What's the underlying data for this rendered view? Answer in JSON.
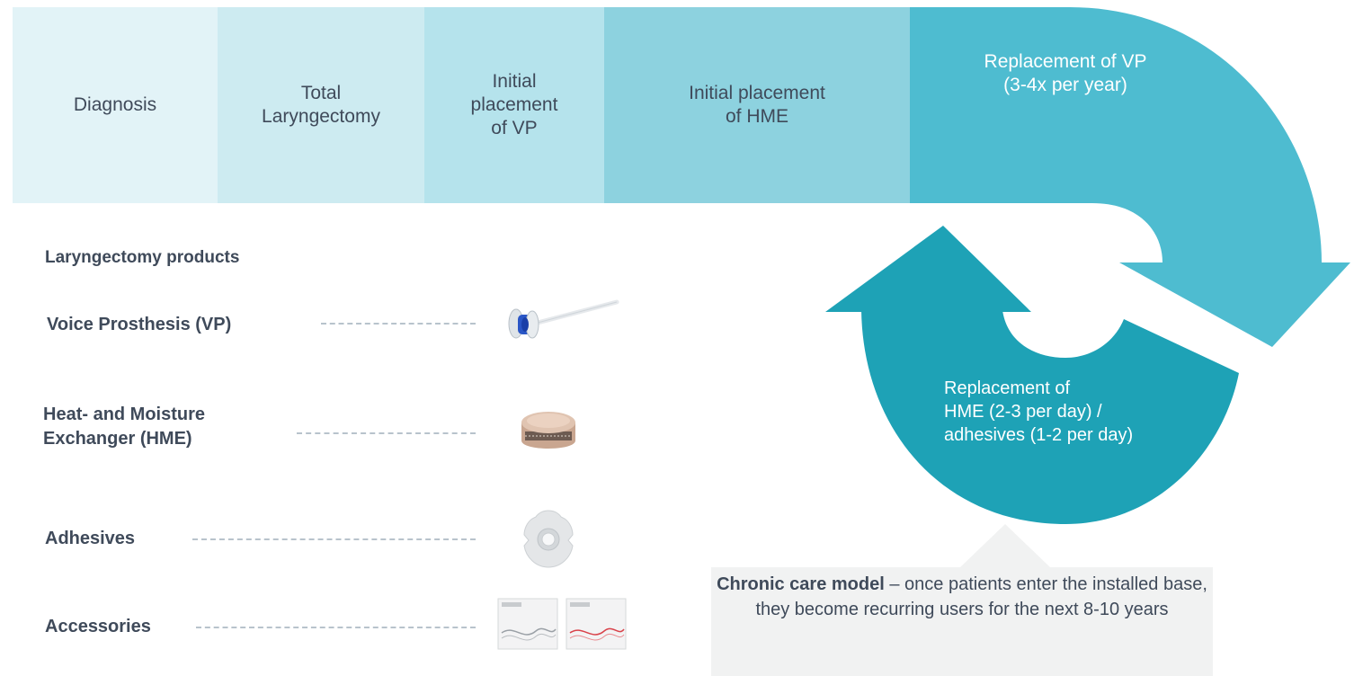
{
  "timeline": {
    "steps": [
      {
        "label": "Diagnosis"
      },
      {
        "label": "Total\nLaryngectomy"
      },
      {
        "label": "Initial\nplacement\nof VP"
      },
      {
        "label": "Initial placement\nof HME"
      },
      {
        "label": "Replacement of VP\n(3-4x per year)"
      }
    ],
    "cycle_label": "Replacement of\nHME (2-3 per day) /\nadhesives (1-2 per day)"
  },
  "products": {
    "heading": "Laryngectomy products",
    "items": [
      {
        "label": "Voice Prosthesis (VP)",
        "icon": "voice-prosthesis-image"
      },
      {
        "label": "Heat- and Moisture\nExchanger (HME)",
        "icon": "hme-image"
      },
      {
        "label": "Adhesives",
        "icon": "adhesive-image"
      },
      {
        "label": "Accessories",
        "icon": "accessories-image"
      }
    ]
  },
  "callout": {
    "bold": "Chronic care model",
    "text": " – once patients enter the installed base, they become recurring users for the next 8-10 years"
  },
  "colors": {
    "step1": "#e2f3f7",
    "step2": "#cdebf1",
    "step3": "#b5e3ec",
    "step4": "#8dd2df",
    "step5": "#4ebcd0",
    "cycle_lower": "#1ea2b6",
    "cycle_upper": "#35b2c6",
    "callout_bg": "#f1f2f2"
  }
}
